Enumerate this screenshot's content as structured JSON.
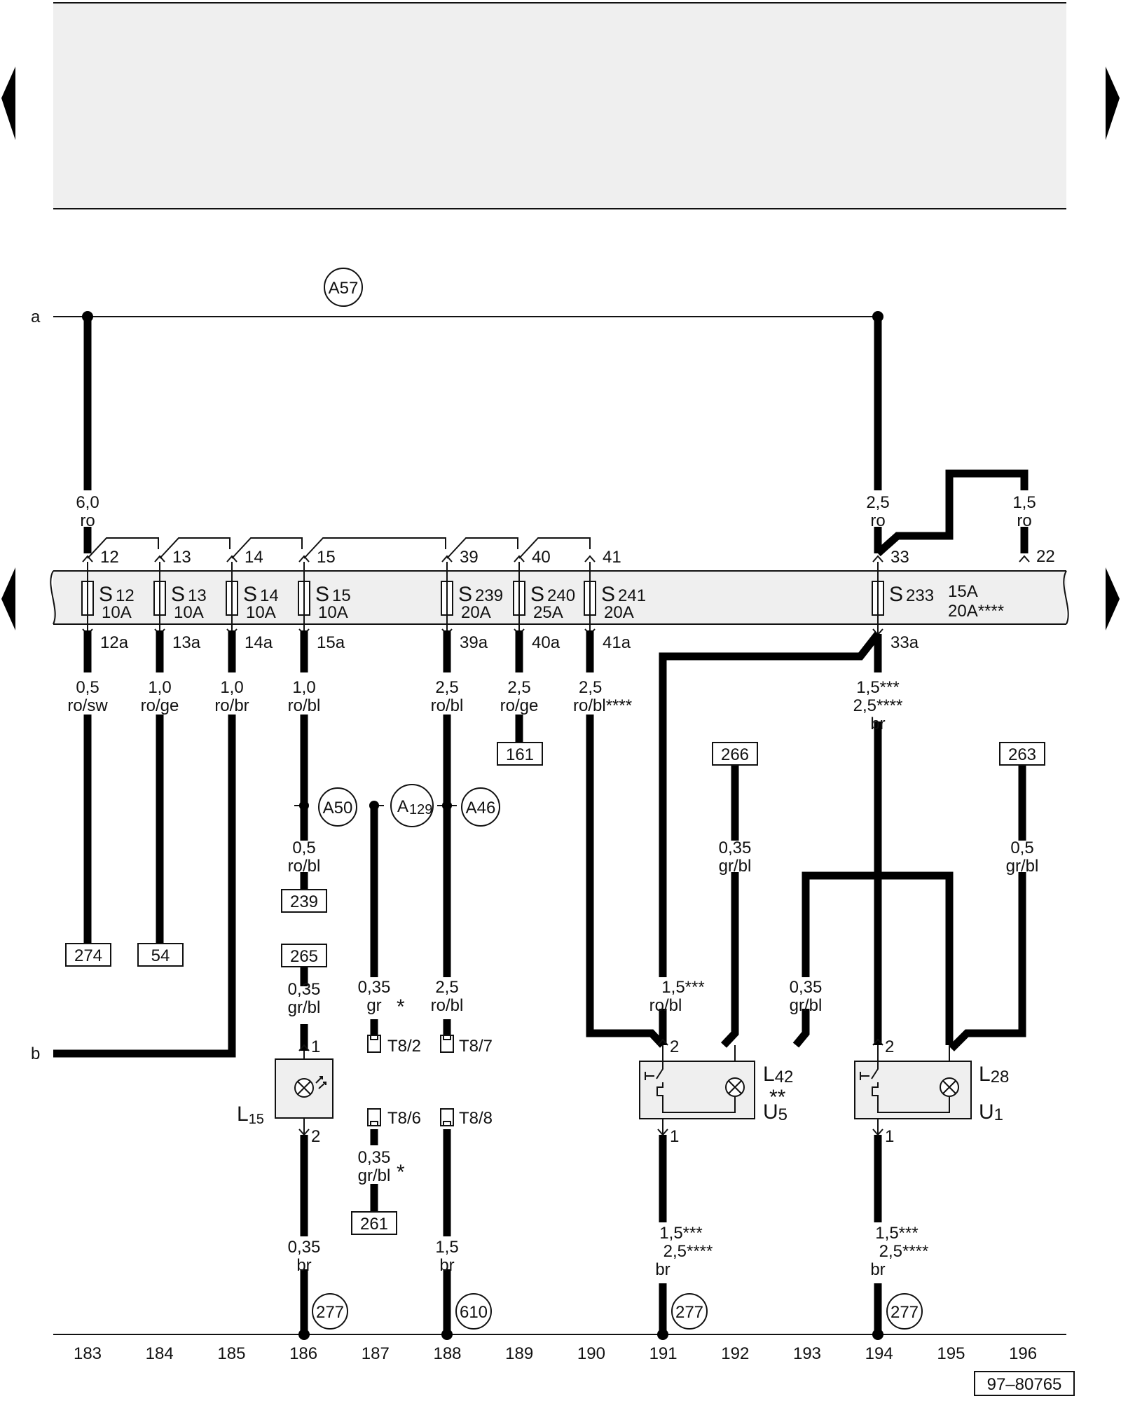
{
  "terminals": {
    "a": "a",
    "b": "b"
  },
  "rails": {
    "top": "A57"
  },
  "fuses": [
    {
      "id": "S12",
      "name": "S",
      "num": "12",
      "rating": "10A",
      "in": "12",
      "out": "12a"
    },
    {
      "id": "S13",
      "name": "S",
      "num": "13",
      "rating": "10A",
      "in": "13",
      "out": "13a"
    },
    {
      "id": "S14",
      "name": "S",
      "num": "14",
      "rating": "10A",
      "in": "14",
      "out": "14a"
    },
    {
      "id": "S15",
      "name": "S",
      "num": "15",
      "rating": "10A",
      "in": "15",
      "out": "15a"
    },
    {
      "id": "S239",
      "name": "S",
      "num": "239",
      "rating": "20A",
      "in": "39",
      "out": "39a"
    },
    {
      "id": "S240",
      "name": "S",
      "num": "240",
      "rating": "25A",
      "in": "40",
      "out": "40a"
    },
    {
      "id": "S241",
      "name": "S",
      "num": "241",
      "rating": "20A",
      "in": "41",
      "out": "41a"
    },
    {
      "id": "S233",
      "name": "S",
      "num": "233",
      "rating": "15A",
      "rating2": "20A****",
      "in": "33",
      "out": "33a"
    }
  ],
  "extra_pin": "22",
  "wire_labels": {
    "w_feed_left": [
      "6,0",
      "ro"
    ],
    "w_feed_right": [
      "2,5",
      "ro"
    ],
    "w_feed_22": [
      "1,5",
      "ro"
    ],
    "w_12a": [
      "0,5",
      "ro/sw"
    ],
    "w_13a": [
      "1,0",
      "ro/ge"
    ],
    "w_14a": [
      "1,0",
      "ro/br"
    ],
    "w_15a": [
      "1,0",
      "ro/bl"
    ],
    "w_39a": [
      "2,5",
      "ro/bl"
    ],
    "w_40a": [
      "2,5",
      "ro/ge"
    ],
    "w_41a": [
      "2,5",
      "ro/bl****"
    ],
    "w_33a": [
      "1,5***",
      "2,5****",
      "br"
    ],
    "w_266": [
      "0,35",
      "gr/bl"
    ],
    "w_263": [
      "0,5",
      "gr/bl"
    ],
    "w_a50": [
      "0,5",
      "ro/bl"
    ],
    "w_265": [
      "0,35",
      "gr/bl"
    ],
    "w_a129": [
      "0,35",
      "gr"
    ],
    "w_a46": [
      "2,5",
      "ro/bl"
    ],
    "w_l42_in": [
      "1,5***",
      "ro/bl"
    ],
    "w_l28_in": [
      "0,35",
      "gr/bl"
    ],
    "w_t86": [
      "0,35",
      "gr/bl"
    ],
    "w_l15_out": [
      "0,35",
      "br"
    ],
    "w_t88": [
      "1,5",
      "br"
    ],
    "w_l42_out": [
      "1,5***",
      "2,5****",
      "br"
    ],
    "w_l28_out": [
      "1,5***",
      "2,5****",
      "br"
    ]
  },
  "refs": {
    "r274": "274",
    "r54": "54",
    "r161": "161",
    "r266": "266",
    "r263": "263",
    "r239": "239",
    "r265": "265",
    "r261": "261"
  },
  "connectors": {
    "c_a50": "A50",
    "c_a129_main": "A",
    "c_a129_sub": "129",
    "c_a46": "A46",
    "g_277a": "277",
    "g_610": "610",
    "g_277b": "277",
    "g_277c": "277"
  },
  "plugs": {
    "t82": "T8/2",
    "t87": "T8/7",
    "t86": "T8/6",
    "t88": "T8/8"
  },
  "stars": {
    "s_a129": "*",
    "s_t86": "*",
    "s_l42": "**"
  },
  "components": {
    "L15": {
      "main": "L",
      "sub": "15",
      "pin_in": "1",
      "pin_out": "2"
    },
    "L42": {
      "main": "L",
      "sub": "42",
      "pin_in": "2",
      "pin_out": "1",
      "main2": "U",
      "sub2": "5"
    },
    "L28": {
      "main": "L",
      "sub": "28",
      "pin_in": "2",
      "pin_out": "1",
      "main2": "U",
      "sub2": "1"
    }
  },
  "tracks": [
    "183",
    "184",
    "185",
    "186",
    "187",
    "188",
    "189",
    "190",
    "191",
    "192",
    "193",
    "194",
    "195",
    "196"
  ],
  "doc_number": "97–80765"
}
